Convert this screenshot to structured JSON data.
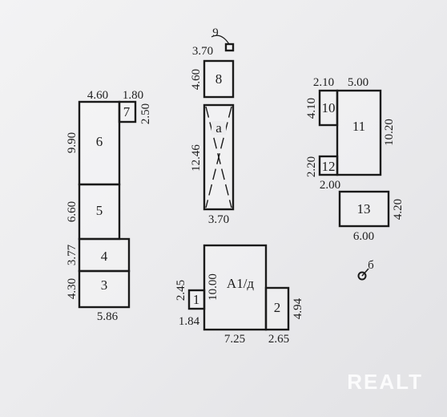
{
  "plot_a": {
    "rooms": {
      "r7": "7",
      "r6": "6",
      "r5": "5",
      "r4": "4",
      "r3": "3"
    },
    "dims": {
      "top_width": "4.60",
      "top_width_7": "1.80",
      "h7": "2.50",
      "h6": "9.90",
      "h5": "6.60",
      "h4": "3.77",
      "h3": "4.30",
      "bottom": "5.86"
    }
  },
  "plot_b": {
    "rooms": {
      "r9": "9",
      "r8": "8",
      "ra": "а"
    },
    "dims": {
      "d9": "3.70",
      "h8": "4.60",
      "ha": "12.46",
      "wa": "3.70"
    }
  },
  "plot_c": {
    "rooms": {
      "r10": "10",
      "r11": "11",
      "r12": "12",
      "r13": "13"
    },
    "dims": {
      "w10": "2.10",
      "w11": "5.00",
      "h10": "4.10",
      "h11": "10.20",
      "h12": "2.20",
      "w12": "2.00",
      "h13": "4.20",
      "w13": "6.00"
    }
  },
  "plot_d": {
    "rooms": {
      "main": "А1/д",
      "r1": "1",
      "r2": "2"
    },
    "dims": {
      "h1": "2.45",
      "hmain": "10.00",
      "w1": "1.84",
      "wmain": "7.25",
      "w2": "2.65",
      "h2": "4.94"
    }
  },
  "well": {
    "label": "б"
  },
  "watermark": "REALT"
}
